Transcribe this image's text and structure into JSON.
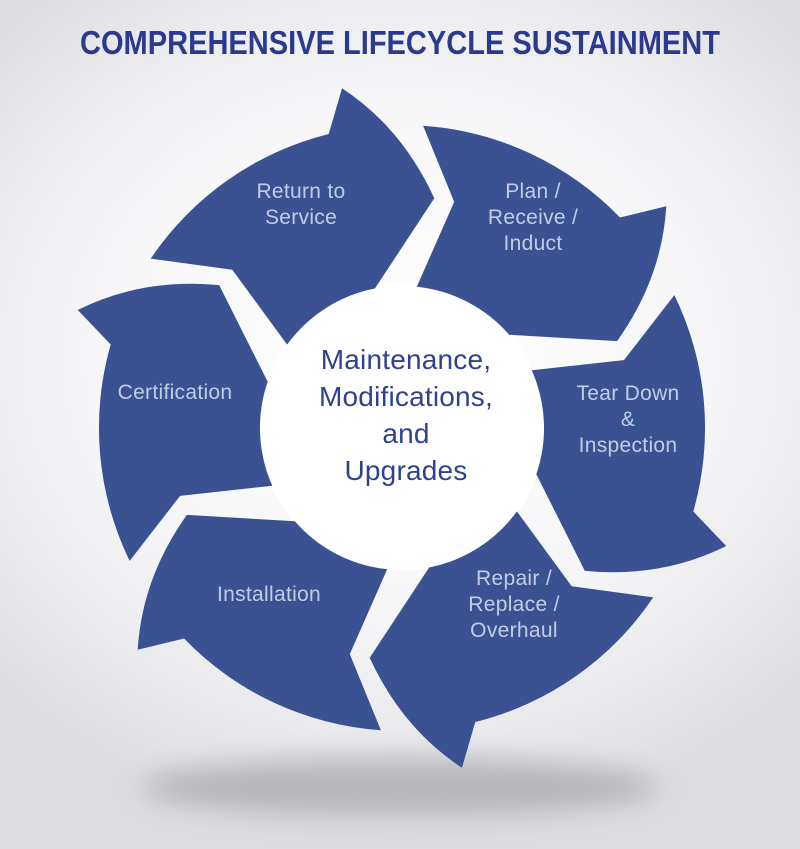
{
  "title": "COMPREHENSIVE LIFECYCLE SUSTAINMENT",
  "center": {
    "label": "Maintenance,\nModifications,\nand\nUpgrades"
  },
  "segments": [
    {
      "id": "return-to-service",
      "label": "Return to\nService"
    },
    {
      "id": "plan-receive-induct",
      "label": "Plan /\nReceive /\nInduct"
    },
    {
      "id": "tear-down-inspection",
      "label": "Tear Down\n&\nInspection"
    },
    {
      "id": "repair-replace-overhaul",
      "label": "Repair /\nReplace /\nOverhaul"
    },
    {
      "id": "installation",
      "label": "Installation"
    },
    {
      "id": "certification",
      "label": "Certification"
    }
  ],
  "colors": {
    "arrow_blue": "#3a5292",
    "title_blue": "#2b3a8c",
    "center_text_blue": "#2d4390",
    "segment_label": "#c3cce7",
    "ground_shadow": "#8b8b93",
    "center_circle": "#ffffff"
  }
}
